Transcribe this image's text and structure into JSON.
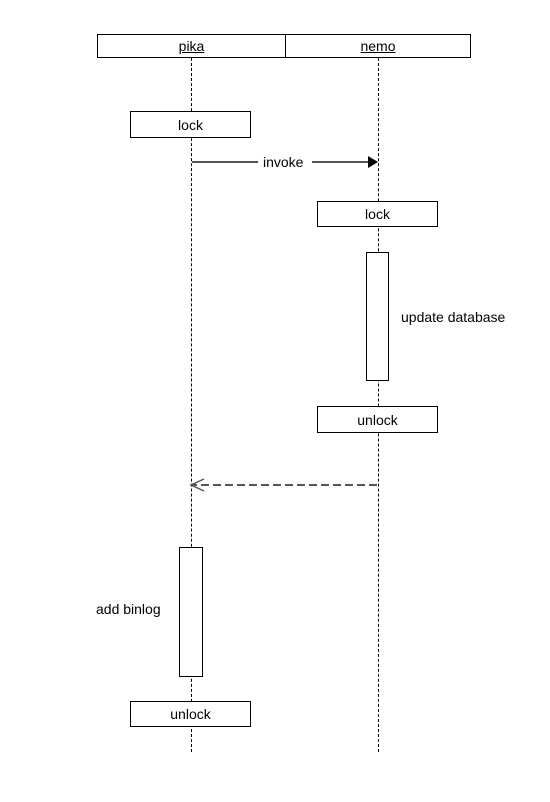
{
  "participants": [
    {
      "name": "pika"
    },
    {
      "name": "nemo"
    }
  ],
  "steps": {
    "pika_lock": "lock",
    "invoke": "invoke",
    "nemo_lock": "lock",
    "update_database": "update database",
    "nemo_unlock": "unlock",
    "add_binlog": "add binlog",
    "pika_unlock": "unlock"
  }
}
